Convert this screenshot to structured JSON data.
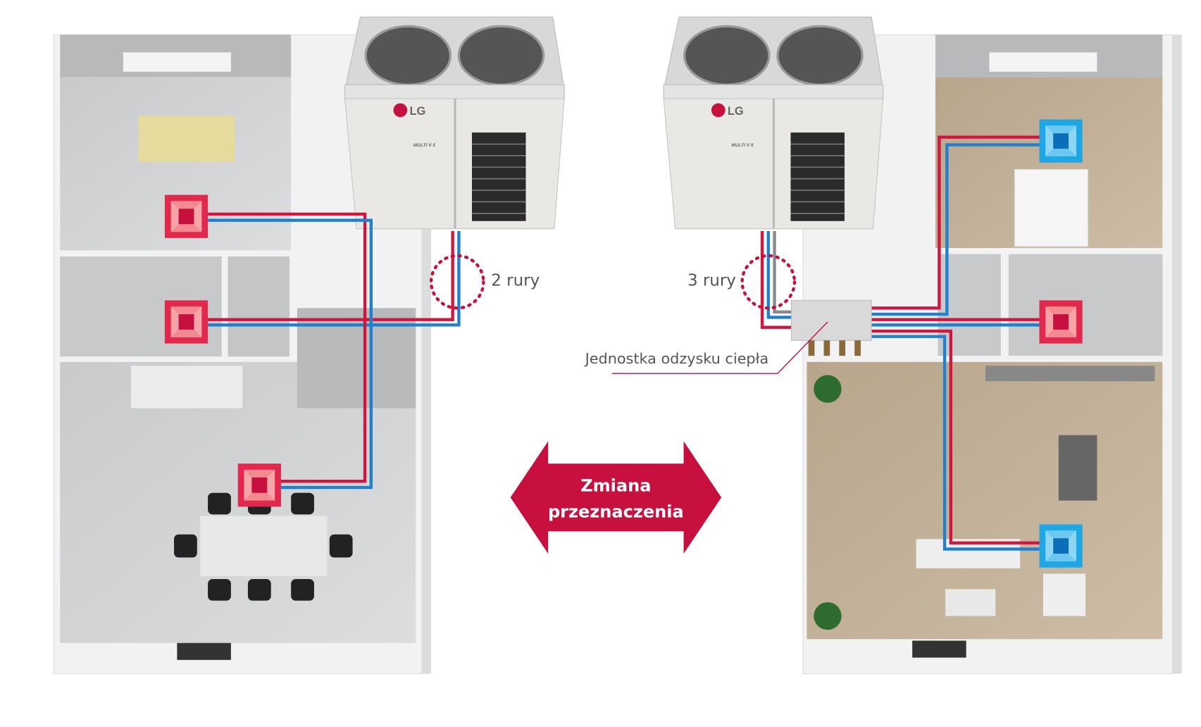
{
  "left": {
    "pipes_label": "2 rury"
  },
  "right": {
    "pipes_label": "3 rury",
    "hr_unit_label": "Jednostka odzysku ciepła"
  },
  "center_arrow": {
    "line1": "Zmiana",
    "line2": "przeznaczenia"
  },
  "outdoor_unit": {
    "brand": "LG",
    "model": "MULTI V 5"
  },
  "colors": {
    "accent": "#c8103e",
    "hot_pipe": "#d3143f",
    "cold_pipe": "#1f7fd0",
    "cooling_unit": "#1ea6e6",
    "heating_unit": "#e2284c"
  }
}
